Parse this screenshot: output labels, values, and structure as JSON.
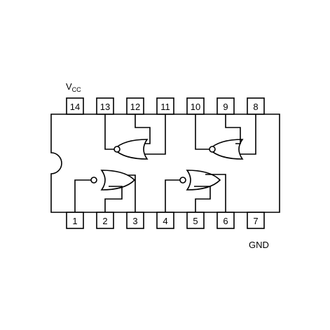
{
  "diagram": {
    "top_pins": [
      "14",
      "13",
      "12",
      "11",
      "10",
      "9",
      "8"
    ],
    "bottom_pins": [
      "1",
      "2",
      "3",
      "4",
      "5",
      "6",
      "7"
    ],
    "vcc_main": "V",
    "vcc_sub": "CC",
    "gnd_label": "GND",
    "colors": {
      "line": "#000000",
      "background": "#ffffff"
    }
  }
}
